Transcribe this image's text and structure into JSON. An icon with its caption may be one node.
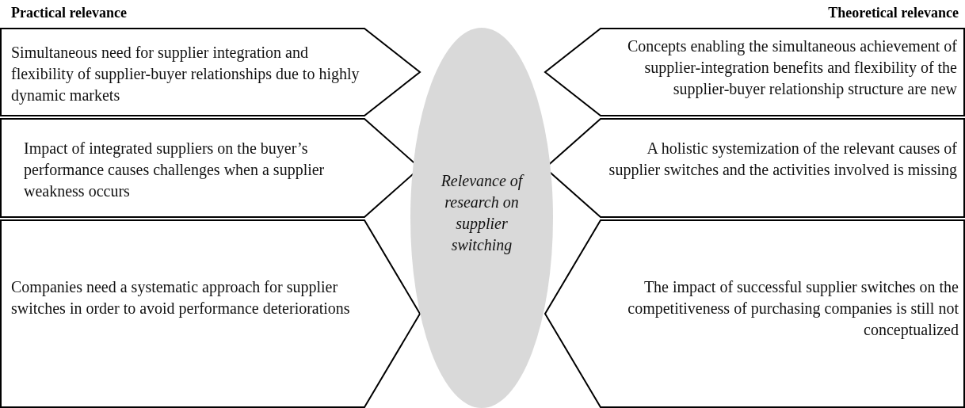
{
  "diagram": {
    "nodes": [
      {
        "text": [
          "Simultaneous need for supplier integration and flexibility of supplier-buyer relationships due to highly dynamic markets"
        ]
      },
      {
        "text": [
          "Concepts enabling the simultaneous achievement of supplier-integration benefits and flexibility of the supplier-buyer relationship structure are new"
        ]
      },
      {
        "text": [
          "Impact of integrated suppliers on the buyer’s performance causes challenges when a supplier weakness occurs"
        ]
      },
      {
        "text": [
          "Relevance of research on supplier switching"
        ]
      },
      {
        "text": [
          "A holistic systemization of the relevant causes of supplier switches and the activities involved is missing"
        ]
      },
      {
        "text": [
          "Companies need a systematic approach for supplier switches in order to avoid performance deteriorations"
        ]
      },
      {
        "text": [
          "The impact of successful supplier switches on the competitiveness of purchasing companies is still not conceptualized"
        ]
      }
    ],
    "labels": [
      "Practical relevance",
      "Theoretical relevance"
    ]
  }
}
